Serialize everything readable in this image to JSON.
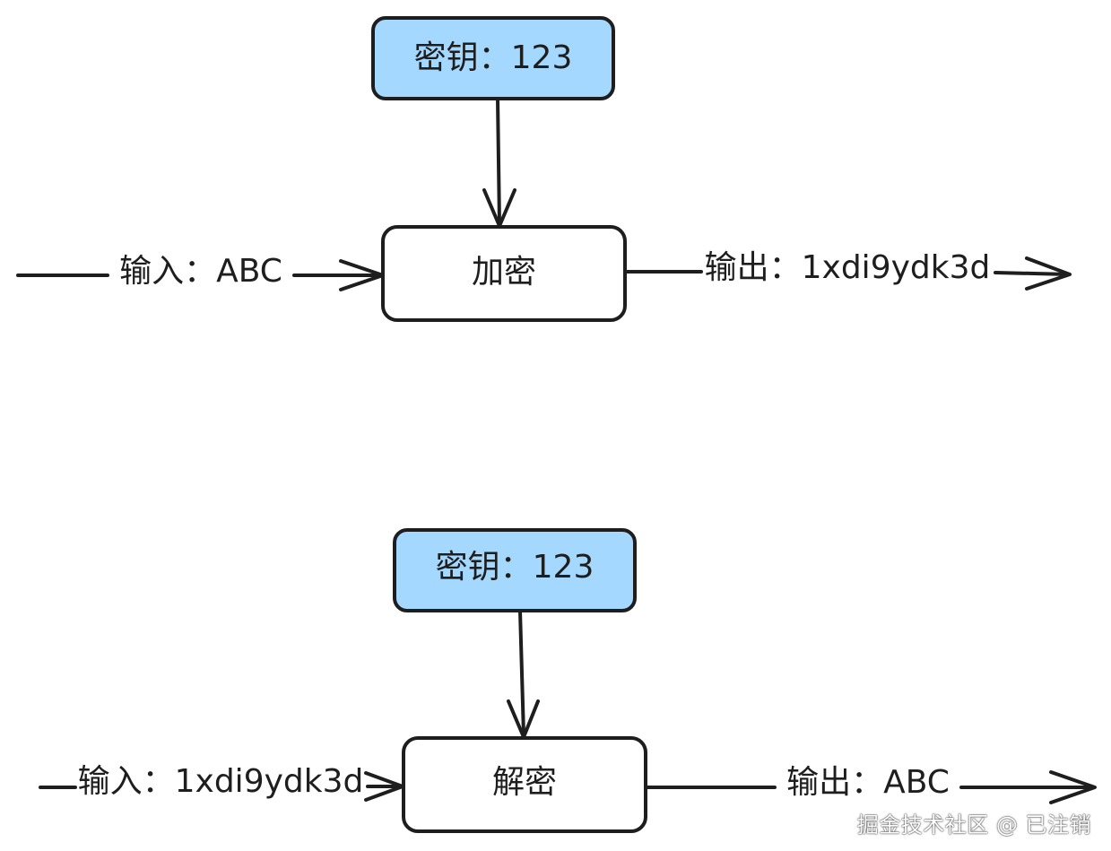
{
  "colors": {
    "stroke": "#1e1e1e",
    "key_fill": "#a5d8ff",
    "box_fill": "#ffffff"
  },
  "encrypt": {
    "key_label": "密钥：123",
    "process_label": "加密",
    "input_label": "输入：ABC",
    "output_label": "输出：1xdi9ydk3d"
  },
  "decrypt": {
    "key_label": "密钥：123",
    "process_label": "解密",
    "input_label": "输入：1xdi9ydk3d",
    "output_label": "输出：ABC"
  },
  "watermark": "掘金技术社区 @ 已注销"
}
